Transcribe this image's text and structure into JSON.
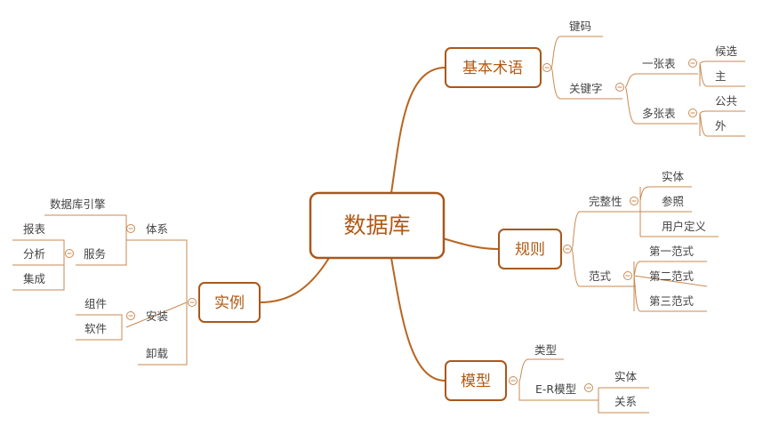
{
  "root": "数据库",
  "branches": [
    {
      "id": "b1",
      "label": "基本术语"
    },
    {
      "id": "b2",
      "label": "规则"
    },
    {
      "id": "b3",
      "label": "模型"
    },
    {
      "id": "b4",
      "label": "实例"
    }
  ],
  "nodes": {
    "b1_key": "键码",
    "b1_rel": "关键字",
    "b1_one": "一张表",
    "b1_candidate": "候选",
    "b1_primary": "主",
    "b1_multi": "多张表",
    "b1_public": "公共",
    "b1_foreign": "外",
    "b2_integrity": "完整性",
    "b2_entity": "实体",
    "b2_reference": "参照",
    "b2_user": "用户定义",
    "b2_normal": "范式",
    "b2_nf1": "第一范式",
    "b2_nf2": "第二范式",
    "b2_nf3": "第三范式",
    "b3_type": "类型",
    "b3_er": "E-R模型",
    "b3_entity": "实体",
    "b3_relation": "关系",
    "b4_system": "体系",
    "b4_engine": "数据库引擎",
    "b4_service": "服务",
    "b4_report": "报表",
    "b4_analysis": "分析",
    "b4_integration": "集成",
    "b4_install": "安装",
    "b4_component": "组件",
    "b4_software": "软件",
    "b4_uninstall": "卸载"
  }
}
